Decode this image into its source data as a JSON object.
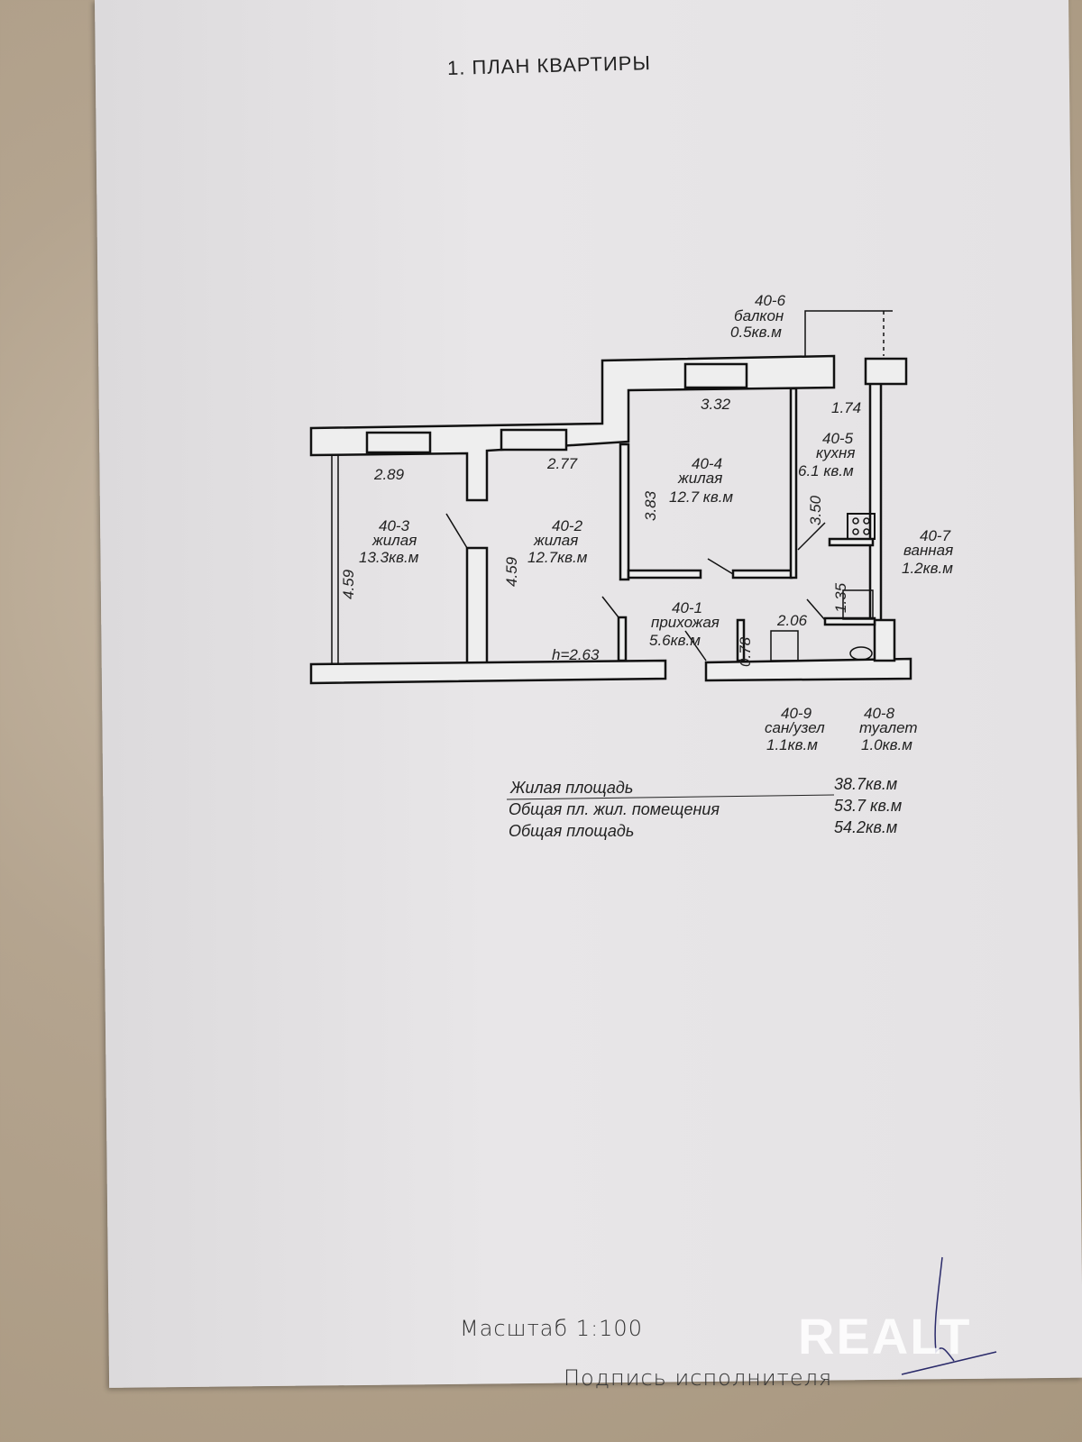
{
  "title": "1. ПЛАН КВАРТИРЫ",
  "rooms": [
    {
      "id": "40-1",
      "type": "прихожая",
      "area": "5.6кв.м"
    },
    {
      "id": "40-2",
      "type": "жилая",
      "area": "12.7кв.м"
    },
    {
      "id": "40-3",
      "type": "жилая",
      "area": "13.3кв.м"
    },
    {
      "id": "40-4",
      "type": "жилая",
      "area": "12.7 кв.м"
    },
    {
      "id": "40-5",
      "type": "кухня",
      "area": "6.1 кв.м"
    },
    {
      "id": "40-6",
      "type": "балкон",
      "area": "0.5кв.м"
    },
    {
      "id": "40-7",
      "type": "ванная",
      "area": "1.2кв.м"
    },
    {
      "id": "40-8",
      "type": "туалет",
      "area": "1.0кв.м"
    },
    {
      "id": "40-9",
      "type": "сан/узел",
      "area": "1.1кв.м"
    }
  ],
  "dimensions": {
    "d289": "2.89",
    "d277": "2.77",
    "d332": "3.32",
    "d174": "1.74",
    "d383": "3.83",
    "d350": "3.50",
    "d459a": "4.59",
    "d459b": "4.59",
    "d135": "1.35",
    "d206": "2.06",
    "d078": "0.78",
    "height": "h=2.63"
  },
  "totals": [
    {
      "label": "Жилая площадь",
      "value": "38.7кв.м"
    },
    {
      "label": "Общая пл. жил. помещения",
      "value": "53.7 кв.м"
    },
    {
      "label": "Общая площадь",
      "value": "54.2кв.м"
    }
  ],
  "scale": "Масштаб 1:100",
  "signature_label": "Подпись исполнителя",
  "watermark": "REALT"
}
